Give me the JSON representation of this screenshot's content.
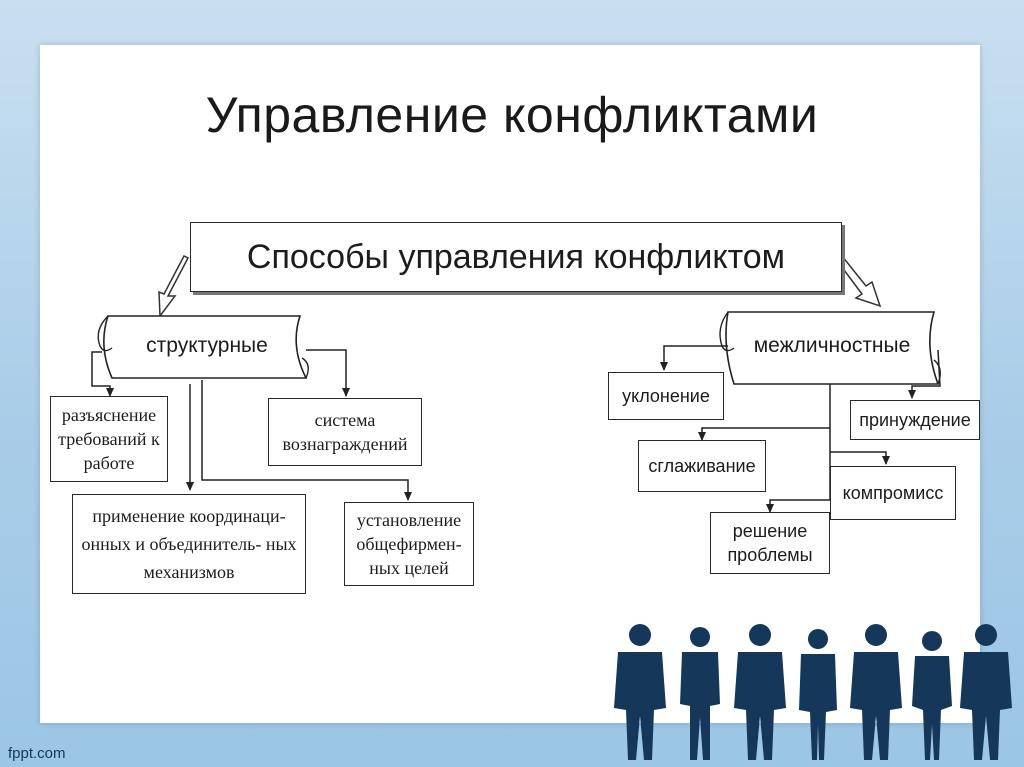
{
  "title": "Управление конфликтами",
  "diagram": {
    "root": "Способы управления конфликтом",
    "structural": {
      "label": "структурные",
      "items": {
        "explain": "разъяснение требований к работе",
        "rewards": "система вознаграждений",
        "coordination": "применение координаци- онных и объединитель- ных механизмов",
        "goals": "установление общефирмен- ных целей"
      }
    },
    "interpersonal": {
      "label": "межличностные",
      "items": {
        "avoid": "уклонение",
        "smoothing": "сглаживание",
        "forcing": "принуждение",
        "compromise": "компромисс",
        "solving": "решение проблемы"
      }
    }
  },
  "footer": "fppt.com",
  "colors": {
    "background": "#a9cde8",
    "panel": "#ffffff",
    "silhouette": "#15385a"
  }
}
